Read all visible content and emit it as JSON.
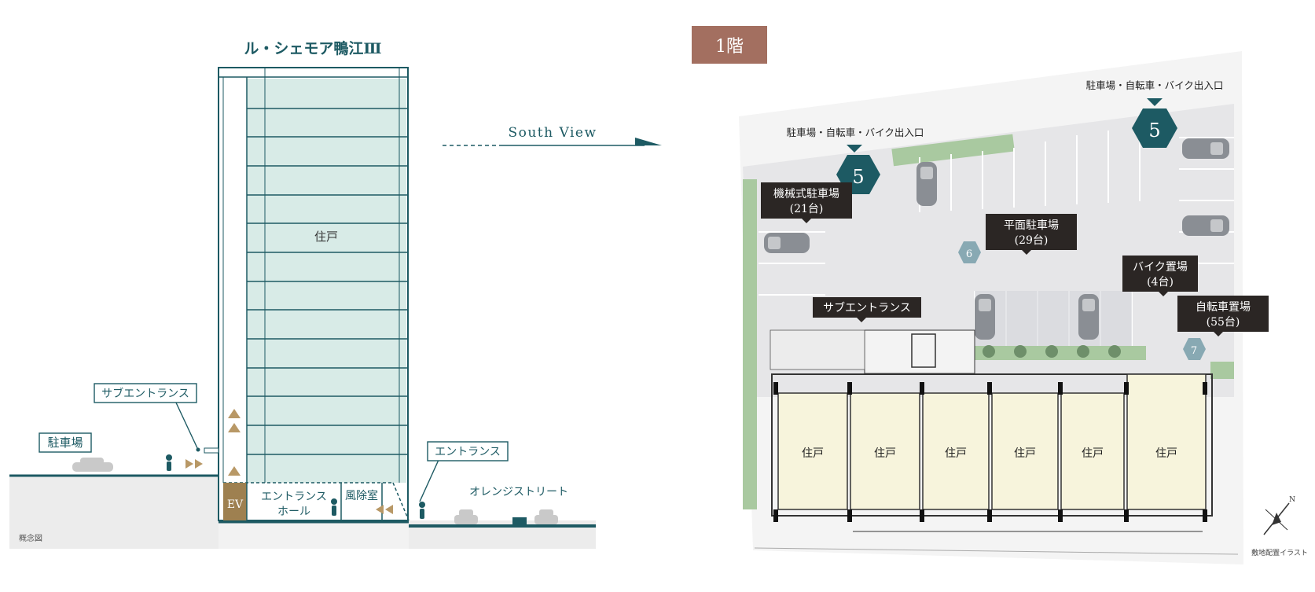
{
  "section": {
    "building_name": "ル・シェモア鴨江Ⅲ",
    "residence": "住戸",
    "parking": "駐車場",
    "sub_entrance": "サブエントランス",
    "entrance": "エントランス",
    "ev": "EV",
    "entrance_hall_1": "エントランス",
    "entrance_hall_2": "ホール",
    "windbreak_room": "風除室",
    "orange_street": "オレンジストリート",
    "concept_note": "概念図",
    "south_view": "South View"
  },
  "plan": {
    "floor": "1階",
    "gate_label_1": "駐車場・自転車・バイク出入口",
    "gate_label_2": "駐車場・自転車・バイク出入口",
    "gate_number_1": "5",
    "gate_number_2": "5",
    "mechanical_parking_1": "機械式駐車場",
    "mechanical_parking_2": "(21台)",
    "flat_parking_1": "平面駐車場",
    "flat_parking_2": "(29台)",
    "bike_parking_1": "バイク置場",
    "bike_parking_2": "(4台)",
    "bicycle_parking_1": "自転車置場",
    "bicycle_parking_2": "(55台)",
    "sub_entrance": "サブエントランス",
    "marker_6": "6",
    "marker_7": "7",
    "units": [
      "住戸",
      "住戸",
      "住戸",
      "住戸",
      "住戸",
      "住戸"
    ],
    "compass": "N",
    "caption": "敷地配置イラスト"
  }
}
